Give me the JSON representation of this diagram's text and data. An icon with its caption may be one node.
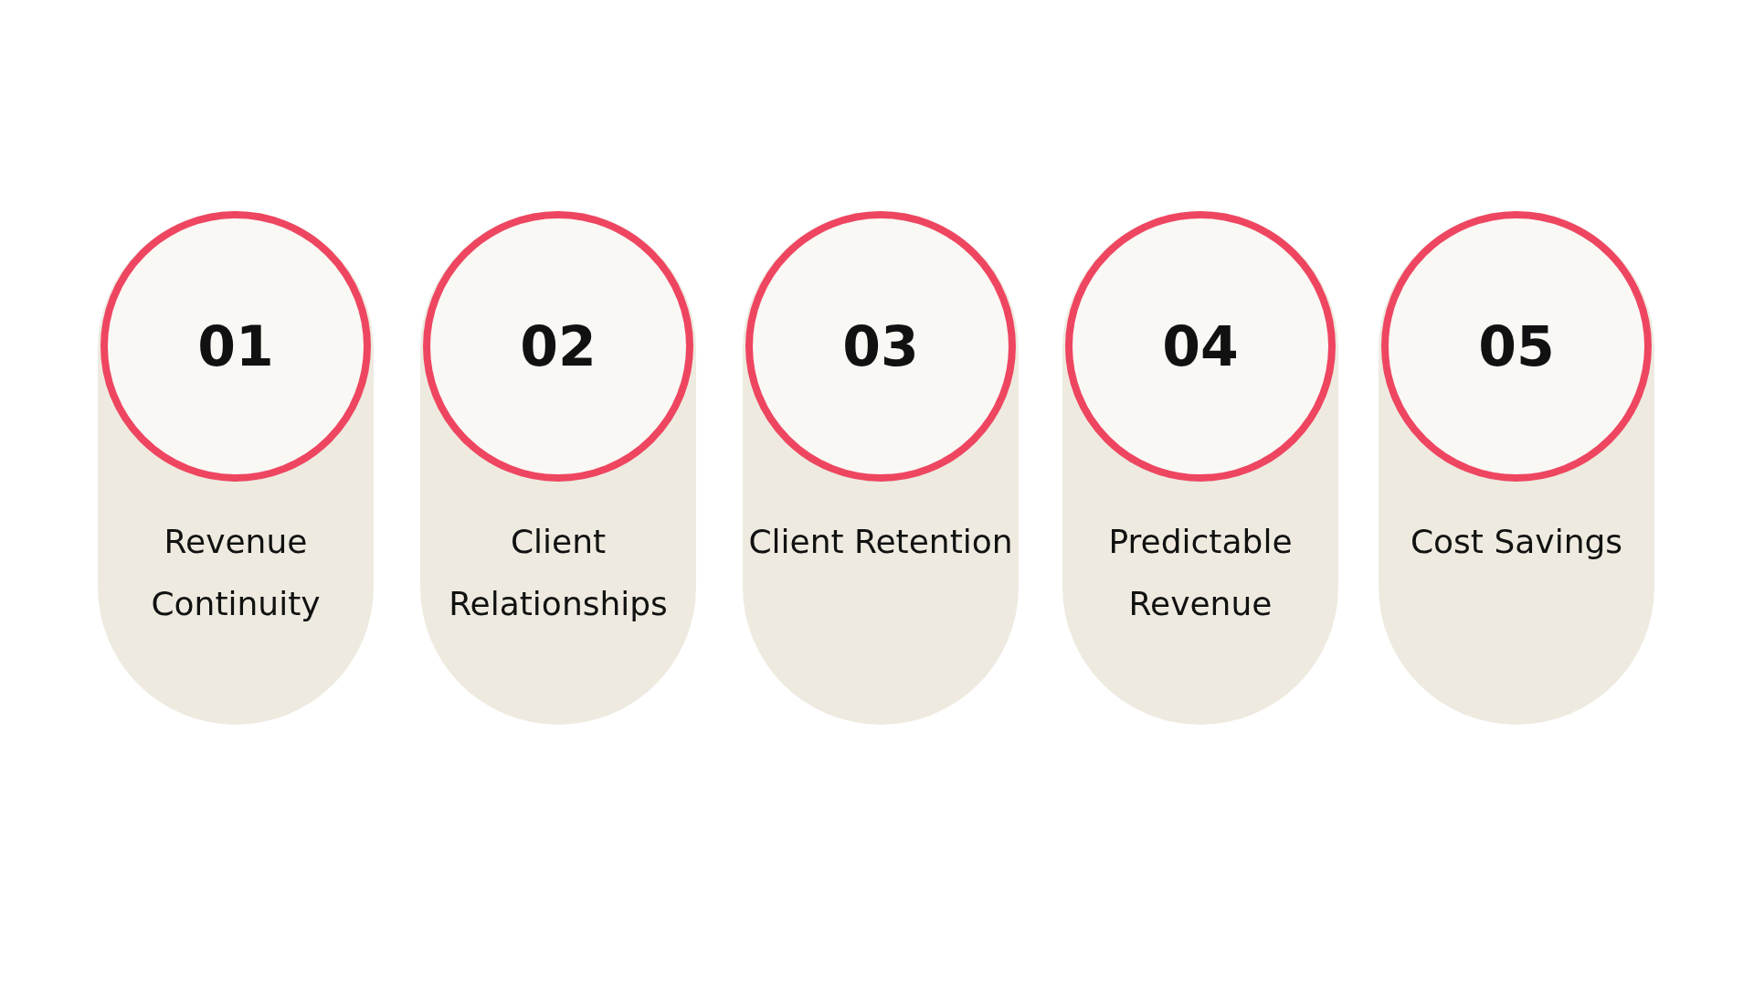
{
  "diagram": {
    "nodes": [
      {
        "text": [
          "Revenue Continuity"
        ]
      },
      {
        "text": [
          "01"
        ],
        "in": 0
      },
      {
        "text": [
          "Client Relationships"
        ]
      },
      {
        "text": [
          "02"
        ],
        "in": 2
      },
      {
        "text": [
          "Client Retention"
        ]
      },
      {
        "text": [
          "03"
        ],
        "in": 4
      },
      {
        "text": [
          "Predictable Revenue"
        ]
      },
      {
        "text": [
          "04"
        ],
        "in": 6
      },
      {
        "text": [
          "Cost Savings"
        ]
      },
      {
        "text": [
          "05"
        ],
        "in": 8
      }
    ]
  }
}
